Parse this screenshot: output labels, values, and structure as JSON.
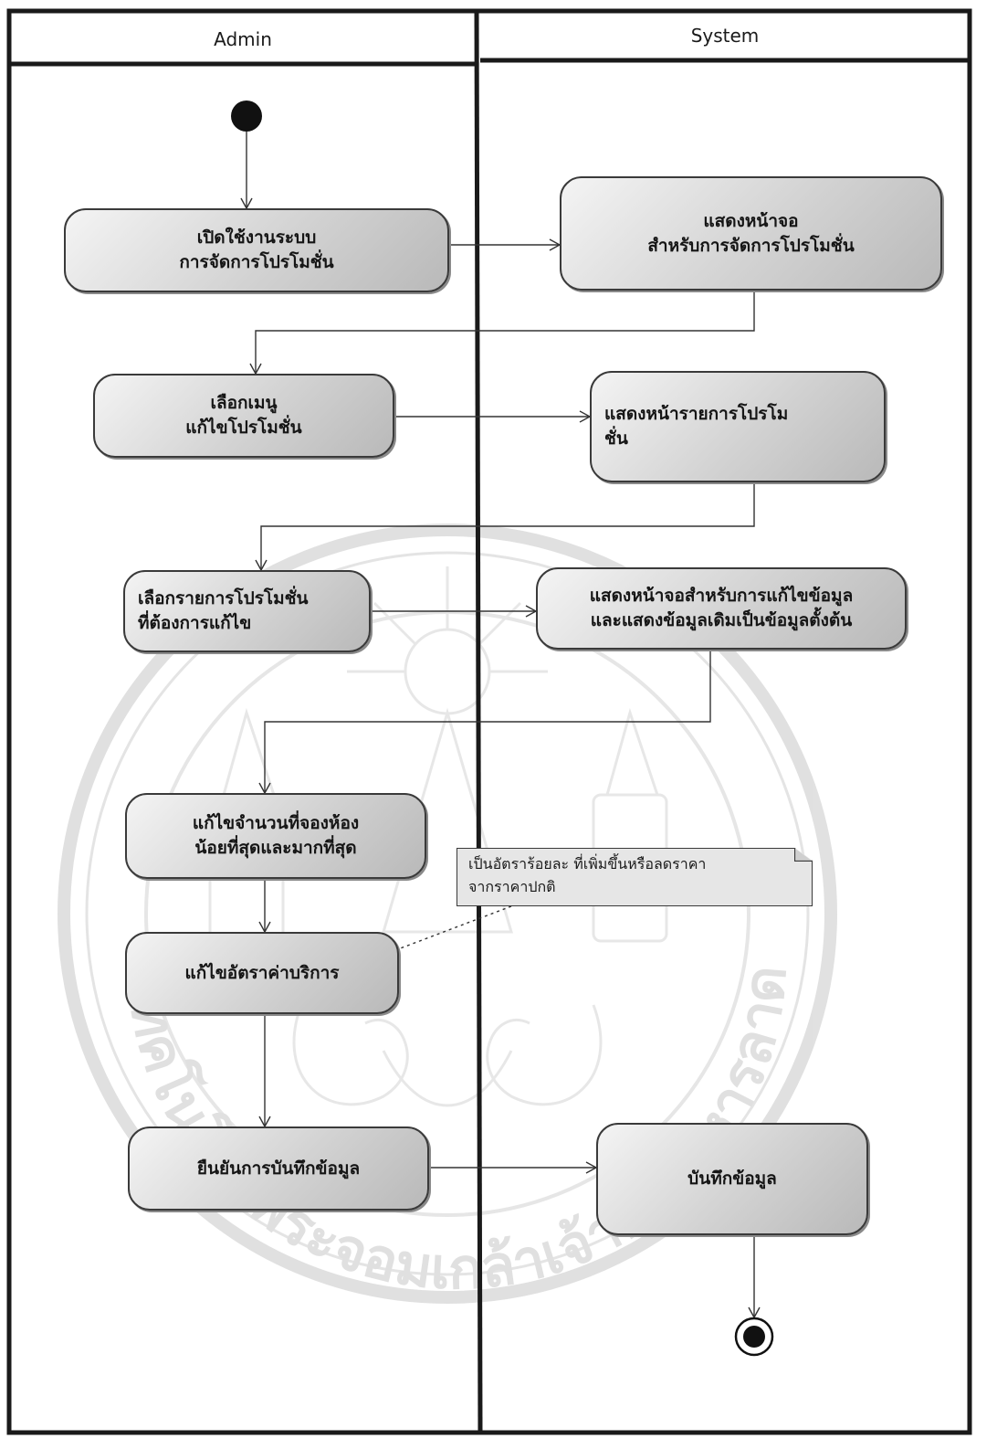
{
  "swimlanes": {
    "admin": "Admin",
    "system": "System"
  },
  "admin_actions": {
    "open_system": "เปิดใช้งานระบบ\nการจัดการโปรโมชั่น",
    "select_menu": "เลือกเมนู\nแก้ไขโปรโมชั่น",
    "select_item": "เลือกรายการโปรโมชั่น\nที่ต้องการแก้ไข",
    "edit_rooms": "แก้ไขจำนวนที่จองห้อง\nน้อยที่สุดและมากที่สุด",
    "edit_rate": "แก้ไขอัตราค่าบริการ",
    "confirm_save": "ยืนยันการบันทึกข้อมูล"
  },
  "system_actions": {
    "show_screen": "แสดงหน้าจอ\nสำหรับการจัดการโปรโมชั่น",
    "show_list": "แสดงหน้ารายการโปรโม\nชั่น",
    "show_edit": "แสดงหน้าจอสำหรับการแก้ไขข้อมูล\nและแสดงข้อมูลเดิมเป็นข้อมูลตั้งต้น",
    "save_data": "บันทึกข้อมูล"
  },
  "note": {
    "text": "เป็นอัตราร้อยละ ที่เพิ่มขึ้นหรือลดราคา\nจากราคาปกติ"
  },
  "watermark": {
    "text": "สถาบันเทคโนโลยีพระจอมเกล้าเจ้าคุณทหารลาดกระบัง",
    "color": "#c8c8c8"
  }
}
